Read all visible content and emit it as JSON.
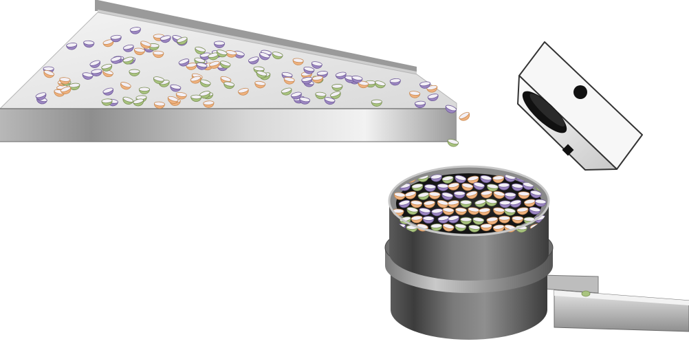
{
  "colors": {
    "background": "#ffffff",
    "metal_light": "#ededed",
    "metal_mid": "#a9a9a9",
    "metal_dark": "#4a4a4a",
    "metal_shadow": "#2f2f2f",
    "camera_body": "#f2f2f2",
    "camera_outline": "#333333",
    "lens": "#111111",
    "purple": "#9c87c2",
    "green": "#a9c47f",
    "orange": "#efb27f"
  },
  "objects": [
    {
      "name": "sorting-tray",
      "kind": "tilted metal tray carrying hemispherical capsules"
    },
    {
      "name": "falling-capsules",
      "kind": "capsules dropping off the tray edge"
    },
    {
      "name": "camera-sensor",
      "kind": "angled inspection camera box with lens"
    },
    {
      "name": "collection-drum",
      "kind": "cylindrical hopper filled with sorted capsules"
    },
    {
      "name": "discharge-chute",
      "kind": "metal chute leading away from the drum"
    }
  ],
  "capsule_colors": [
    "purple",
    "green",
    "orange"
  ]
}
